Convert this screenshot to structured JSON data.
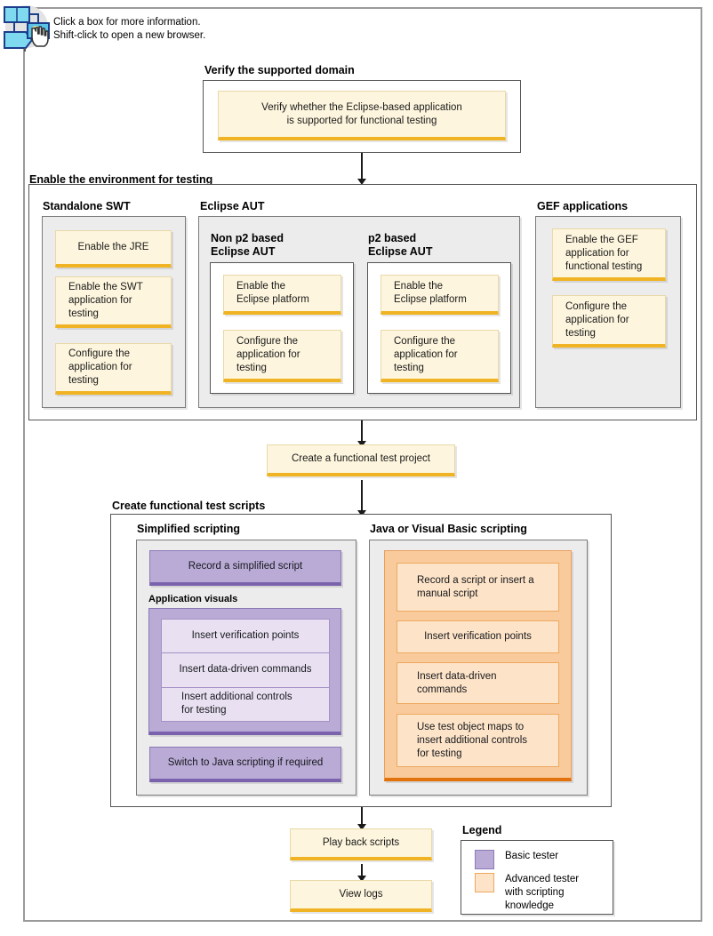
{
  "hint": {
    "icon": "flowchart-hand-cursor-icon",
    "text": "Click a box for more information.\nShift-click to open a new browser."
  },
  "sections": {
    "verify": {
      "title": "Verify the supported domain",
      "node": "Verify whether the Eclipse-based application\nis supported for functional testing"
    },
    "enable_env": {
      "title": "Enable the environment for testing",
      "standalone_swt": {
        "title": "Standalone SWT",
        "nodes": [
          "Enable the JRE",
          "Enable the SWT\napplication for\ntesting",
          "Configure the\napplication for\ntesting"
        ]
      },
      "eclipse_aut": {
        "title": "Eclipse AUT",
        "non_p2": {
          "title": "Non p2 based\nEclipse AUT",
          "nodes": [
            "Enable the\nEclipse platform",
            "Configure the\napplication for\ntesting"
          ]
        },
        "p2": {
          "title": "p2 based\nEclipse AUT",
          "nodes": [
            "Enable the\nEclipse platform",
            "Configure the\napplication for\ntesting"
          ]
        }
      },
      "gef": {
        "title": "GEF applications",
        "nodes": [
          "Enable the GEF\napplication for\nfunctional testing",
          "Configure the\napplication for\ntesting"
        ]
      }
    },
    "create_project": {
      "node": "Create a functional test project"
    },
    "create_scripts": {
      "title": "Create functional test scripts",
      "simplified": {
        "title": "Simplified scripting",
        "record": "Record a simplified script",
        "app_visuals_title": "Application visuals",
        "app_visuals": [
          "Insert verification points",
          "Insert data-driven commands",
          "Insert additional controls\nfor testing"
        ],
        "switch": "Switch to Java scripting if required"
      },
      "java_vb": {
        "title": "Java or Visual Basic scripting",
        "nodes": [
          "Record a script or insert a\nmanual script",
          "Insert verification points",
          "Insert data-driven\ncommands",
          "Use test object maps to\ninsert additional controls\nfor testing"
        ]
      }
    },
    "playback": {
      "node": "Play back scripts"
    },
    "viewlogs": {
      "node": "View logs"
    },
    "legend": {
      "title": "Legend",
      "items": [
        {
          "label": "Basic tester",
          "color": "#b9abd6"
        },
        {
          "label": "Advanced tester\nwith scripting\nknowledge",
          "color": "#fde4c8"
        }
      ]
    }
  },
  "colors": {
    "basic_tester": "#b9abd6",
    "advanced_tester": "#fde4c8",
    "node_yellow_fill": "#fdf5dd",
    "node_yellow_accent": "#f0b323",
    "orange_group": "#f9cb9c",
    "orange_accent": "#e2720c",
    "purple_accent": "#7a63ac",
    "container_gray": "#ececec",
    "frame_gray": "#9a9a9a"
  }
}
